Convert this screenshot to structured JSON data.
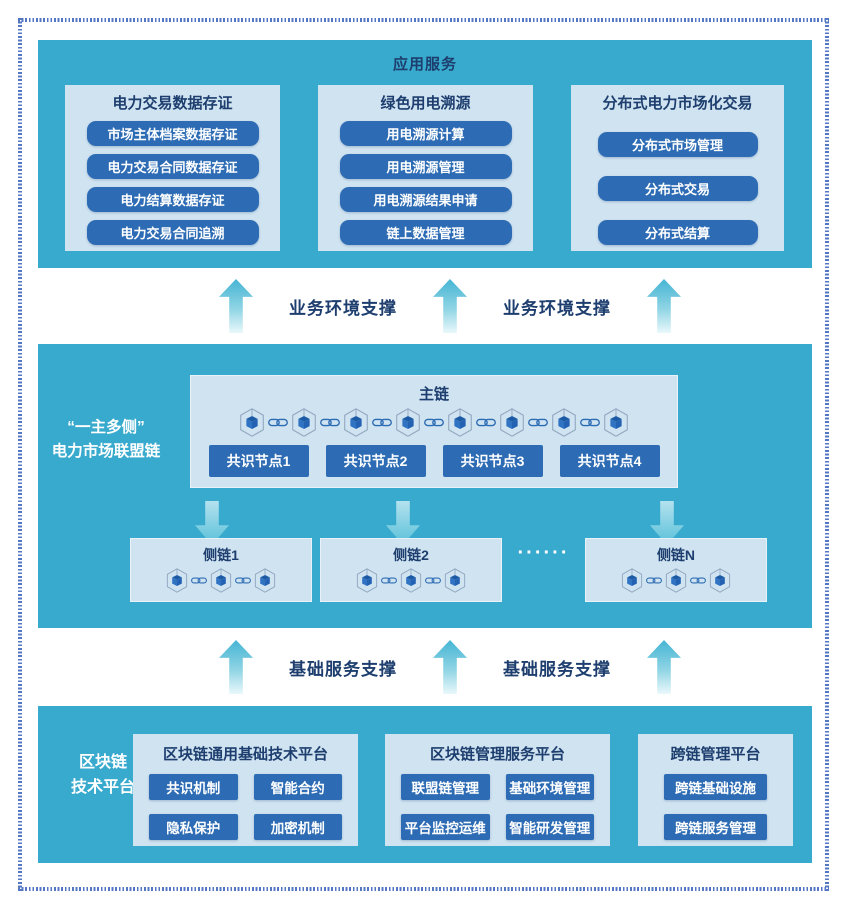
{
  "colors": {
    "teal": "#38aacd",
    "panel": "#cfe3f1",
    "button": "#2d6cb4",
    "navy": "#1d3e6e",
    "frame": "#5377c2",
    "arrow_dark": "#46b5d4",
    "arrow_light": "#e9f8fb"
  },
  "app_services": {
    "title": "应用服务",
    "groups": [
      {
        "title": "电力交易数据存证",
        "items": [
          "市场主体档案数据存证",
          "电力交易合同数据存证",
          "电力结算数据存证",
          "电力交易合同追溯"
        ]
      },
      {
        "title": "绿色用电溯源",
        "items": [
          "用电溯源计算",
          "用电溯源管理",
          "用电溯源结果申请",
          "链上数据管理"
        ]
      },
      {
        "title": "分布式电力市场化交易",
        "items": [
          "分布式市场管理",
          "分布式交易",
          "分布式结算"
        ]
      }
    ]
  },
  "support_top": {
    "label_1": "业务环境支撑",
    "label_2": "业务环境支撑"
  },
  "consortium": {
    "side_label_line1": "“一主多侧”",
    "side_label_line2": "电力市场联盟链",
    "main_chain": {
      "title": "主链",
      "cubes": 8,
      "nodes": [
        "共识节点1",
        "共识节点2",
        "共识节点3",
        "共识节点4"
      ]
    },
    "side_chains": [
      {
        "title": "侧链1",
        "cubes": 3
      },
      {
        "title": "侧链2",
        "cubes": 3
      },
      {
        "title": "侧链N",
        "cubes": 3
      }
    ],
    "ellipsis": "······"
  },
  "support_bottom": {
    "label_1": "基础服务支撑",
    "label_2": "基础服务支撑"
  },
  "platform": {
    "side_label_line1": "区块链",
    "side_label_line2": "技术平台",
    "groups": [
      {
        "title": "区块链通用基础技术平台",
        "items": [
          "共识机制",
          "智能合约",
          "隐私保护",
          "加密机制"
        ]
      },
      {
        "title": "区块链管理服务平台",
        "items": [
          "联盟链管理",
          "基础环境管理",
          "平台监控运维",
          "智能研发管理"
        ]
      },
      {
        "title": "跨链管理平台",
        "items": [
          "跨链基础设施",
          "跨链服务管理"
        ]
      }
    ]
  }
}
